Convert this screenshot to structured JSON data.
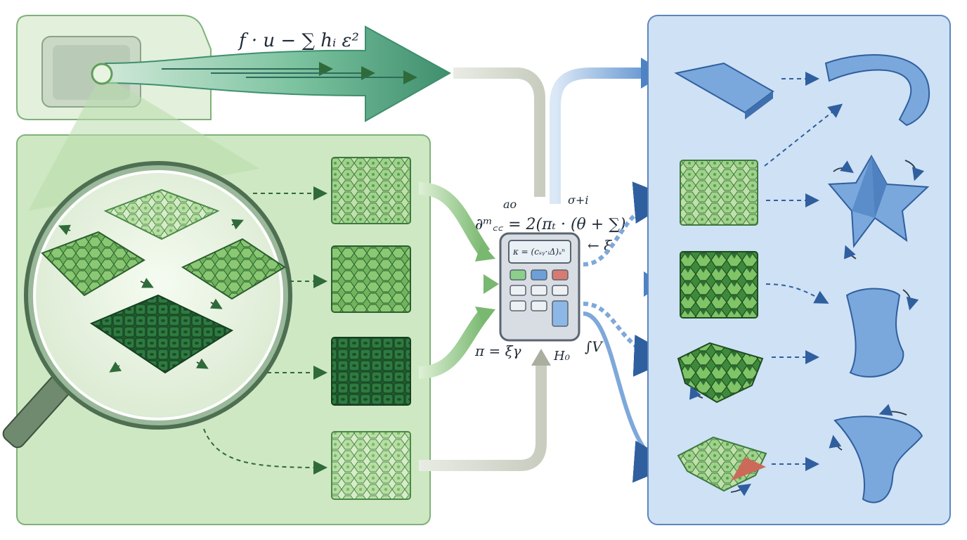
{
  "equations": {
    "top_arrow": "f · u − ∑ hᵢ ε²",
    "hub_main": "∂ᵐ꜀꜀ = 2(πₜ · (θ + ∑)",
    "hub_above_left": "ao",
    "hub_above_right": "σ+i",
    "hub_right": "← ξ",
    "hub_screen": "κ = (cₛᵧ·ᵢΔ)ₛⁿ",
    "hub_bottom_left": "π = ξγ",
    "hub_bottom_mid": "H₀",
    "hub_bottom_right": "∫V"
  },
  "colors": {
    "green_panel": "#cfe8c4",
    "green_dark": "#2f6b3a",
    "blue_panel": "#cfe1f5",
    "blue_dark": "#3d6fb0",
    "arrow_teal": "#4fa07e"
  },
  "calculator": {
    "buttons": [
      "green",
      "blue",
      "red",
      "gray",
      "gray",
      "gray",
      "gray",
      "gray",
      "gray",
      "blue-tall"
    ]
  }
}
